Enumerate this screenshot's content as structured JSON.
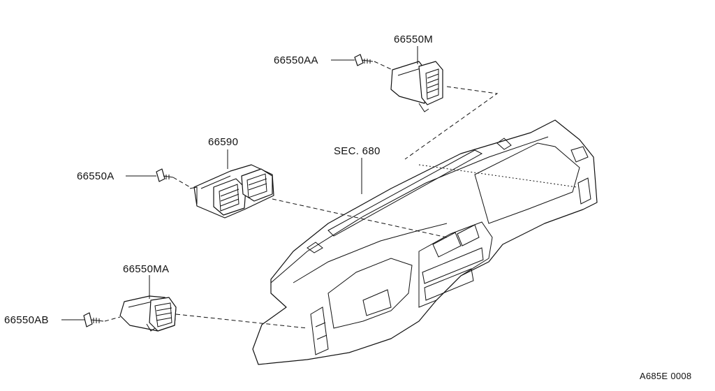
{
  "labels": {
    "p66550M": "66550M",
    "p66550AA": "66550AA",
    "p66590": "66590",
    "p66550A": "66550A",
    "sec680": "SEC. 680",
    "p66550MA": "66550MA",
    "p66550AB": "66550AB",
    "drawing_code": "A685E 0008"
  }
}
